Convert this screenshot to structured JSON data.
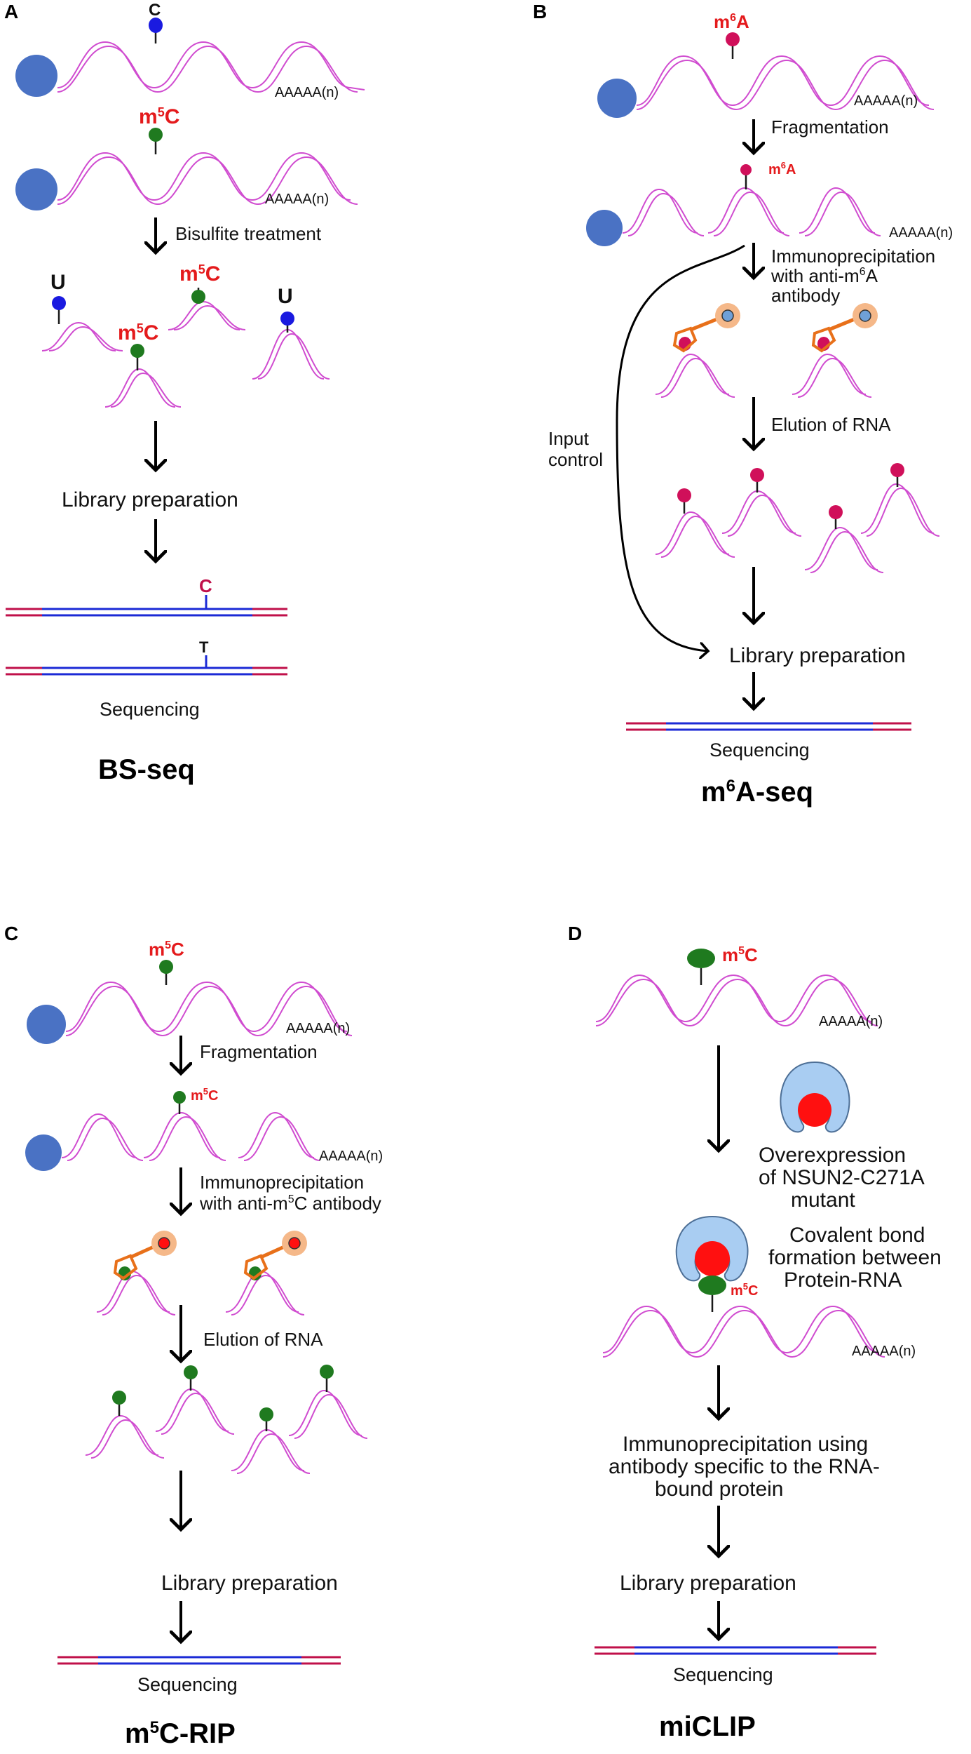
{
  "panels": {
    "a": {
      "letter": "A",
      "top_label": "C",
      "m5c_label": "m",
      "m5c_sup": "5",
      "m5c_tail": "C",
      "polya": "AAAAA(n)",
      "bisulfite": "Bisulfite treatment",
      "u_label": "U",
      "library": "Library preparation",
      "seq_c": "C",
      "seq_t": "T",
      "sequencing": "Sequencing",
      "method": "BS-seq"
    },
    "b": {
      "letter": "B",
      "m6a_pre": "m",
      "m6a_sup": "6",
      "m6a_tail": "A",
      "polya": "AAAAA(n)",
      "fragmentation": "Fragmentation",
      "ip_line1": "Immunoprecipitation",
      "ip_line2_pre": "with anti-m",
      "ip_line2_sup": "6",
      "ip_line2_tail": "A",
      "ip_line3": "antibody",
      "input_line1": "Input",
      "input_line2": "control",
      "elution": "Elution of RNA",
      "library": "Library preparation",
      "sequencing": "Sequencing",
      "method_pre": "m",
      "method_sup": "6",
      "method_tail": "A-seq"
    },
    "c": {
      "letter": "C",
      "m5c_pre": "m",
      "m5c_sup": "5",
      "m5c_tail": "C",
      "polya": "AAAAA(n)",
      "fragmentation": "Fragmentation",
      "ip_line1": "Immunoprecipitation",
      "ip_line2_pre": "with anti-m",
      "ip_line2_sup": "5",
      "ip_line2_tail": "C  antibody",
      "elution": "Elution of RNA",
      "library": "Library preparation",
      "sequencing": "Sequencing",
      "method_pre": "m",
      "method_sup": "5",
      "method_tail": "C-RIP"
    },
    "d": {
      "letter": "D",
      "m5c_pre": "m",
      "m5c_sup": "5",
      "m5c_tail": "C",
      "polya": "AAAAA(n)",
      "overexp_line1": "Overexpression",
      "overexp_line2": "of NSUN2-C271A",
      "overexp_line3": "mutant",
      "covalent_line1": "Covalent bond",
      "covalent_line2": "formation between",
      "covalent_line3": "Protein-RNA",
      "ip_line1": "Immunoprecipitation using",
      "ip_line2": "antibody specific to the RNA-",
      "ip_line3": "bound protein",
      "library": "Library preparation",
      "sequencing": "Sequencing",
      "method": "miCLIP"
    }
  },
  "colors": {
    "rna_strand": "#d04cd0",
    "cap": "#4a72c4",
    "m5c_node": "#1f7a1f",
    "m6a_node": "#d0105a",
    "unmod_node": "#1a1ae0",
    "modification_label": "#e41a1c",
    "antibody": "#e8701a",
    "protein": "#a9cdf2",
    "protein_core": "#ff1010",
    "seq_blue": "#1b2ad6",
    "seq_red": "#c0104a"
  },
  "icons": {
    "cap": "cap-circle",
    "antibody": "y-shaped-antibody",
    "protein": "horseshoe-protein"
  }
}
